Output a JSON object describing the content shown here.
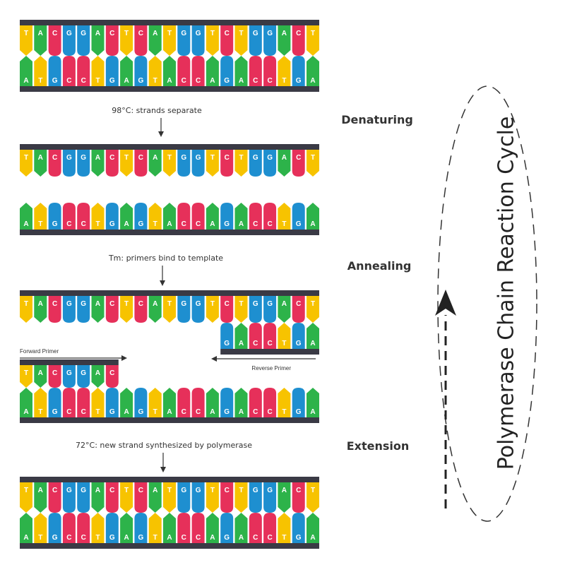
{
  "colors": {
    "A": "#2db34a",
    "T": "#f7c300",
    "C": "#e6305a",
    "G": "#1e8fd0",
    "backbone": "#3a3a45"
  },
  "sequences": {
    "top": "TACGGACTCATGGTCTGGACT",
    "bottom": "ATGCCTGAGTACCAGACCTGA",
    "forward_primer": "TACGGAC",
    "reverse_primer": "GACCTGA"
  },
  "captions": {
    "denature": "98°C: strands separate",
    "anneal": "Tm: primers bind to template",
    "extend": "72°C: new strand synthesized by polymerase"
  },
  "steps": {
    "denaturing": "Denaturing",
    "annealing": "Annealing",
    "extension": "Extension"
  },
  "primers": {
    "forward_label": "Forward Primer",
    "reverse_label": "Reverse Primer"
  },
  "cycle_title": "Polymerase Chain Reaction Cycle"
}
